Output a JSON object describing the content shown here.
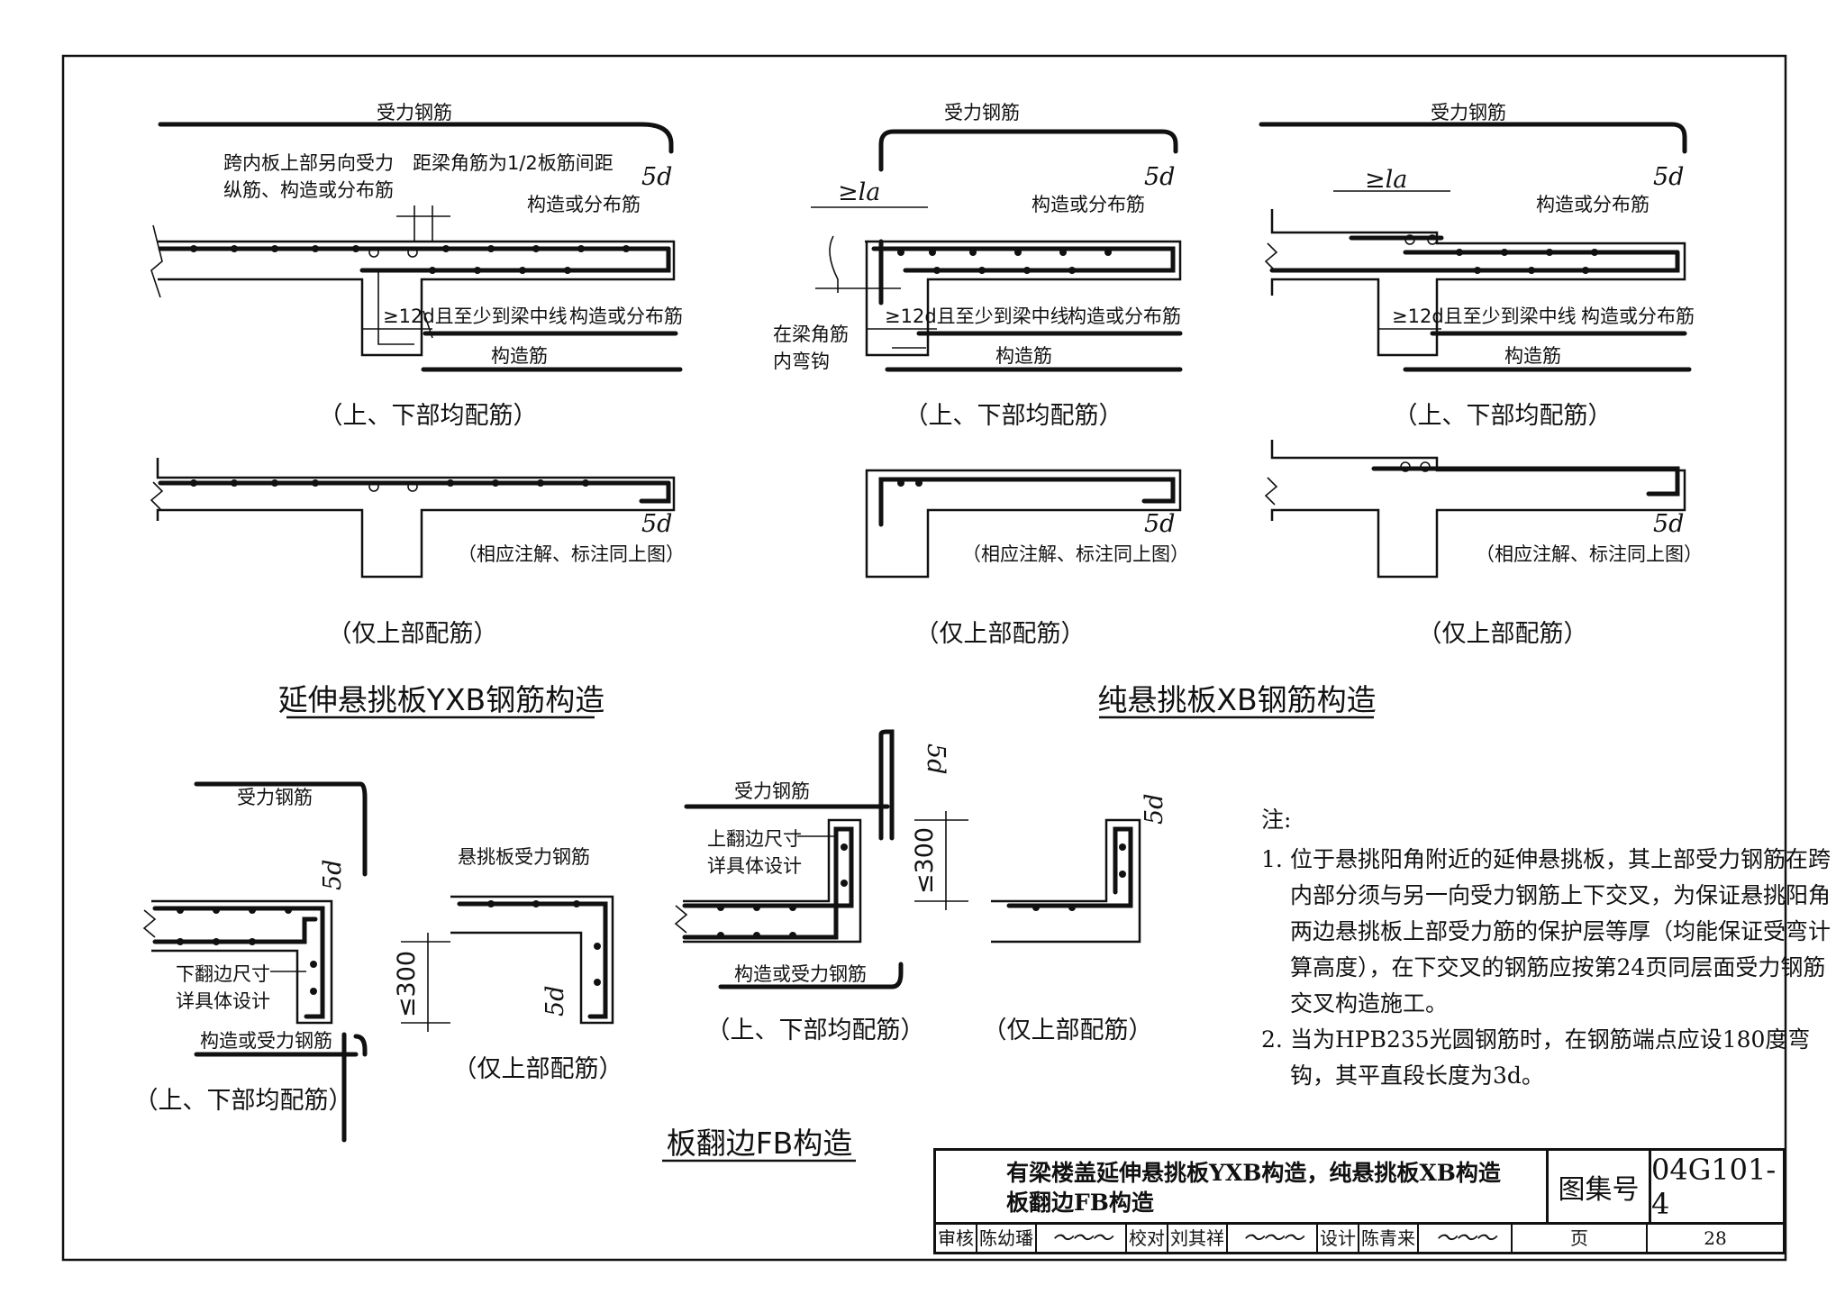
{
  "labels": {
    "main_bar": "受力钢筋",
    "span_other": "跨内板上部另向受力",
    "span_other2": "纵筋、构造或分布筋",
    "corner_gap": "距梁角筋为1/2板筋间距",
    "constr_dist": "构造或分布筋",
    "anchor": "≥12d且至少到梁中线",
    "constr_bar": "构造筋",
    "hook1": "在梁角筋",
    "hook2": "内弯钩",
    "same_as_above": "（相应注解、标注同上图）",
    "la": "≥la",
    "five_d": "5d",
    "cantilever_main": "悬挑板受力钢筋",
    "constr_or_main": "构造或受力钢筋",
    "down_flange1": "下翻边尺寸",
    "down_flange2": "详具体设计",
    "up_flange1": "上翻边尺寸",
    "up_flange2": "详具体设计",
    "le300": "≤300"
  },
  "captions": {
    "both": "（上、下部均配筋）",
    "top_only": "（仅上部配筋）"
  },
  "titles": {
    "yxb": "延伸悬挑板YXB钢筋构造",
    "xb": "纯悬挑板XB钢筋构造",
    "fb": "板翻边FB构造"
  },
  "notes": {
    "heading": "注:",
    "items": [
      {
        "num": "1.",
        "text": "位于悬挑阳角附近的延伸悬挑板，其上部受力钢筋在跨内部分须与另一向受力钢筋上下交叉，为保证悬挑阳角两边悬挑板上部受力筋的保护层等厚（均能保证受弯计算高度），在下交叉的钢筋应按第24页同层面受力钢筋交叉构造施工。"
      },
      {
        "num": "2.",
        "text": "当为HPB235光圆钢筋时，在钢筋端点应设180度弯钩，其平直段长度为3d。"
      }
    ]
  },
  "title_block": {
    "title_line1": "有梁楼盖延伸悬挑板YXB构造，纯悬挑板XB构造",
    "title_line2": "板翻边FB构造",
    "set_label": "图集号",
    "set_number": "04G101-4",
    "review_label": "审核",
    "reviewer": "陈幼璠",
    "check_label": "校对",
    "checker": "刘其祥",
    "design_label": "设计",
    "designer": "陈青来",
    "page_label": "页",
    "page_number": "28"
  }
}
